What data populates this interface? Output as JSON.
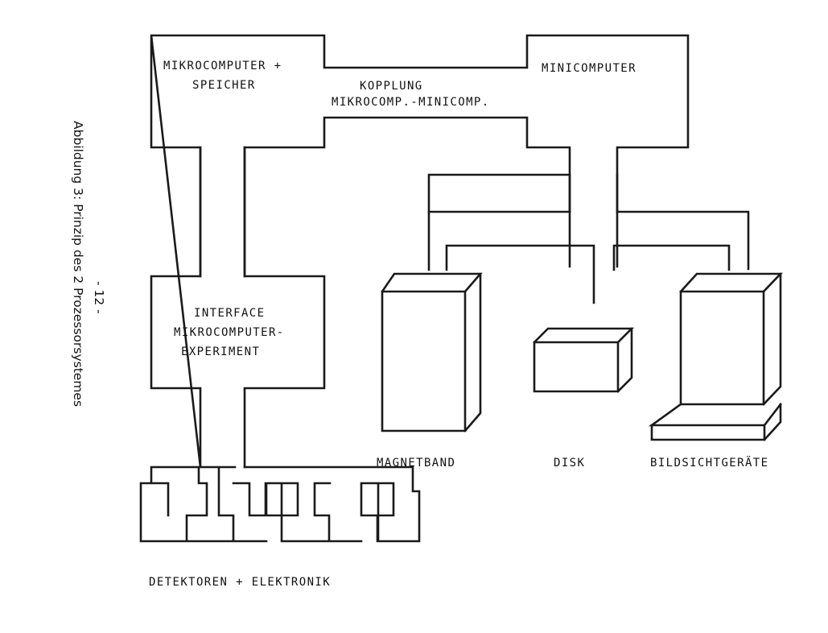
{
  "boxes": {
    "microcomputer": [
      "MIKROCOMPUTER +",
      "SPEICHER"
    ],
    "minicomputer": "MINICOMPUTER",
    "coupling": [
      "KOPPLUNG",
      "MIKROCOMP.-MINICOMP."
    ],
    "interface": [
      "INTERFACE",
      "MIKROCOMPUTER-",
      "EXPERIMENT"
    ]
  },
  "devices": {
    "tape": "MAGNETBAND",
    "disk": "DISK",
    "display": "BILDSICHTGERÄTE"
  },
  "detectors": "DETEKTOREN + ELEKTRONIK",
  "caption": {
    "text": "Abbildung 3:  Prinzip des 2 Prozessorsystemes",
    "page_number": "- 12 -"
  }
}
